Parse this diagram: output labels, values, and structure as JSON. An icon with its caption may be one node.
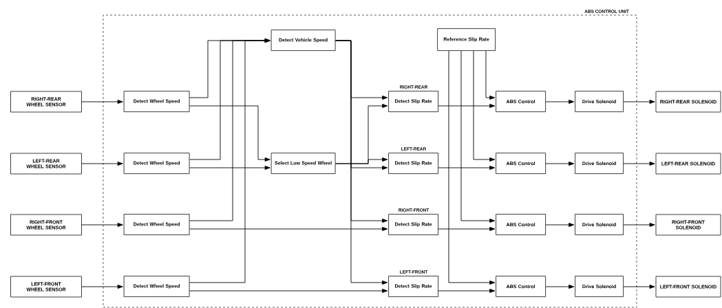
{
  "diagram": {
    "nodes": [
      {
        "text": [
          "ABS CONTROL UNIT"
        ]
      },
      {
        "text": [
          "RIGHT-REAR WHEEL SENSOR"
        ]
      },
      {
        "text": [
          "LEFT-REAR WHEEL SENSOR"
        ]
      },
      {
        "text": [
          "RIGHT-FRONT WHEEL SENSOR"
        ]
      },
      {
        "text": [
          "LEFT-FRONT WHEEL SENSOR"
        ]
      },
      {
        "text": [
          "Detect Wheel Speed"
        ],
        "in": 0
      },
      {
        "text": [
          "Detect Wheel Speed"
        ],
        "in": 0
      },
      {
        "text": [
          "Detect Wheel Speed"
        ],
        "in": 0
      },
      {
        "text": [
          "Detect Wheel Speed"
        ],
        "in": 0
      },
      {
        "text": [
          "Detect Vehicle Speed"
        ],
        "in": 0
      },
      {
        "text": [
          "Select Low Speed Wheel"
        ],
        "in": 0
      },
      {
        "text": [
          "Reference Slip Rate"
        ],
        "in": 0
      },
      {
        "text": [
          "Detect Slip Rate"
        ],
        "beside": [
          "RIGHT-REAR"
        ],
        "in": 0
      },
      {
        "text": [
          "Detect Slip Rate"
        ],
        "beside": [
          "LEFT-REAR"
        ],
        "in": 0
      },
      {
        "text": [
          "Detect Slip Rate"
        ],
        "beside": [
          "RIGHT-FRONT"
        ],
        "in": 0
      },
      {
        "text": [
          "Detect Slip Rate"
        ],
        "beside": [
          "LEFT-FRONT"
        ],
        "in": 0
      },
      {
        "text": [
          "ABS Control"
        ],
        "in": 0
      },
      {
        "text": [
          "ABS Control"
        ],
        "in": 0
      },
      {
        "text": [
          "ABS Control"
        ],
        "in": 0
      },
      {
        "text": [
          "ABS Control"
        ],
        "in": 0
      },
      {
        "text": [
          "Drive Solenoid"
        ],
        "in": 0
      },
      {
        "text": [
          "Drive Solenoid"
        ],
        "in": 0
      },
      {
        "text": [
          "Drive Solenoid"
        ],
        "in": 0
      },
      {
        "text": [
          "Drive Solenoid"
        ],
        "in": 0
      },
      {
        "text": [
          "RIGHT-REAR SOLENOID"
        ]
      },
      {
        "text": [
          "LEFT-REAR SOLENOID"
        ]
      },
      {
        "text": [
          "RIGHT-FRONT SOLENOID"
        ]
      },
      {
        "text": [
          "LEFT-FRONT SOLENOID"
        ]
      }
    ],
    "edges": [
      {
        "from": 1,
        "to": 5,
        "arrow": "to"
      },
      {
        "from": 2,
        "to": 6,
        "arrow": "to"
      },
      {
        "from": 3,
        "to": 7,
        "arrow": "to"
      },
      {
        "from": 4,
        "to": 8,
        "arrow": "to"
      },
      {
        "from": 5,
        "to": 9,
        "arrow": "to"
      },
      {
        "from": 6,
        "to": 9,
        "arrow": "to"
      },
      {
        "from": 7,
        "to": 9,
        "arrow": "to"
      },
      {
        "from": 8,
        "to": 9,
        "arrow": "to"
      },
      {
        "from": 5,
        "to": 10,
        "arrow": "to"
      },
      {
        "from": 6,
        "to": 10,
        "arrow": "to"
      },
      {
        "from": 7,
        "to": 14,
        "arrow": "to"
      },
      {
        "from": 8,
        "to": 15,
        "arrow": "to"
      },
      {
        "from": 9,
        "to": 12,
        "arrow": "to"
      },
      {
        "from": 9,
        "to": 13,
        "arrow": "to"
      },
      {
        "from": 9,
        "to": 14,
        "arrow": "to"
      },
      {
        "from": 9,
        "to": 15,
        "arrow": "to"
      },
      {
        "from": 10,
        "to": 12,
        "arrow": "to"
      },
      {
        "from": 10,
        "to": 13,
        "arrow": "to"
      },
      {
        "from": 12,
        "to": 16,
        "arrow": "to"
      },
      {
        "from": 13,
        "to": 17,
        "arrow": "to"
      },
      {
        "from": 14,
        "to": 18,
        "arrow": "to"
      },
      {
        "from": 15,
        "to": 19,
        "arrow": "to"
      },
      {
        "from": 11,
        "to": 16,
        "arrow": "to"
      },
      {
        "from": 11,
        "to": 17,
        "arrow": "to"
      },
      {
        "from": 11,
        "to": 18,
        "arrow": "to"
      },
      {
        "from": 11,
        "to": 19,
        "arrow": "to"
      },
      {
        "from": 16,
        "to": 20,
        "arrow": "to"
      },
      {
        "from": 17,
        "to": 21,
        "arrow": "to"
      },
      {
        "from": 18,
        "to": 22,
        "arrow": "to"
      },
      {
        "from": 19,
        "to": 23,
        "arrow": "to"
      },
      {
        "from": 20,
        "to": 24,
        "arrow": "to"
      },
      {
        "from": 21,
        "to": 25,
        "arrow": "to"
      },
      {
        "from": 22,
        "to": 26,
        "arrow": "to"
      },
      {
        "from": 23,
        "to": 27,
        "arrow": "to"
      }
    ]
  }
}
